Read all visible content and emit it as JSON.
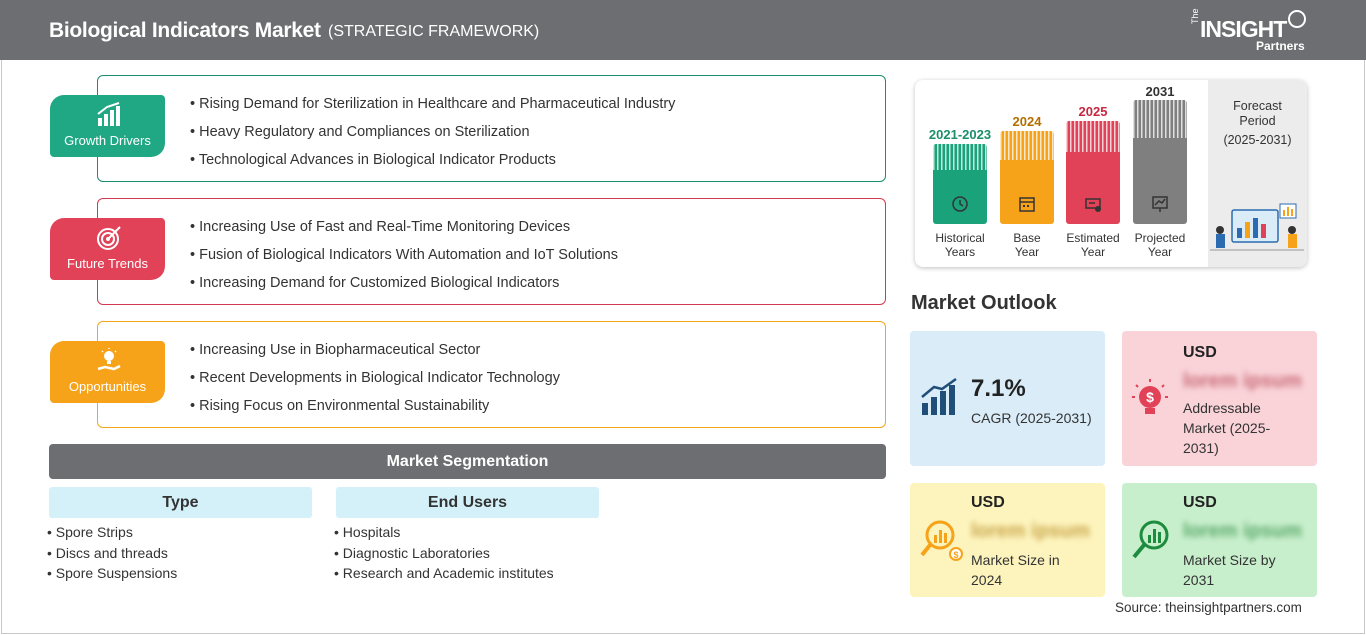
{
  "header": {
    "title": "Biological Indicators Market",
    "subtitle": "(STRATEGIC FRAMEWORK)",
    "logo_the": "The",
    "logo_insight": "INSIGHT",
    "logo_partners": "Partners"
  },
  "growth_drivers": {
    "label": "Growth Drivers",
    "items": [
      "Rising Demand for Sterilization in Healthcare and Pharmaceutical Industry",
      "Heavy Regulatory and Compliances on Sterilization",
      "Technological Advances in Biological Indicator Products"
    ]
  },
  "future_trends": {
    "label": "Future Trends",
    "items": [
      "Increasing Use of Fast and Real-Time Monitoring Devices",
      "Fusion of Biological Indicators With Automation and IoT Solutions",
      "Increasing Demand for Customized Biological Indicators"
    ]
  },
  "opportunities": {
    "label": "Opportunities",
    "items": [
      "Increasing Use in Biopharmaceutical Sector",
      "Recent Developments in Biological Indicator Technology",
      "Rising Focus on Environmental Sustainability"
    ]
  },
  "segmentation": {
    "title": "Market Segmentation",
    "type": {
      "heading": "Type",
      "items": [
        "Spore Strips",
        "Discs and threads",
        "Spore Suspensions"
      ]
    },
    "end_users": {
      "heading": "End Users",
      "items": [
        "Hospitals",
        "Diagnostic Laboratories",
        "Research and Academic institutes"
      ]
    }
  },
  "timeline": {
    "bars": [
      {
        "year": "2021-2023",
        "label_line1": "Historical",
        "label_line2": "Years",
        "color": "#1aa37a",
        "icon": "history-icon"
      },
      {
        "year": "2024",
        "label_line1": "Base",
        "label_line2": "Year",
        "color": "#f6a31a",
        "icon": "calendar-icon"
      },
      {
        "year": "2025",
        "label_line1": "Estimated",
        "label_line2": "Year",
        "color": "#e24257",
        "icon": "estimate-icon"
      },
      {
        "year": "2031",
        "label_line1": "Projected",
        "label_line2": "Year",
        "color": "#7f7f7f",
        "icon": "projection-icon"
      }
    ],
    "forecast_line1": "Forecast",
    "forecast_line2": "Period",
    "forecast_line3": "(2025-2031)"
  },
  "outlook": {
    "title": "Market Outlook",
    "cagr": {
      "value": "7.1%",
      "label": "CAGR (2025-2031)",
      "color": "#d9ecf7"
    },
    "addressable": {
      "currency": "USD",
      "value": "lorem ipsum",
      "label": "Addressable Market (2025-2031)",
      "color": "#f9d3d8"
    },
    "size_2024": {
      "currency": "USD",
      "value": "lorem ipsum",
      "label": "Market Size in 2024",
      "color": "#fdf4bd"
    },
    "size_2031": {
      "currency": "USD",
      "value": "lorem ipsum",
      "label": "Market Size by 2031",
      "color": "#c8efcc"
    }
  },
  "source": "Source: theinsightpartners.com"
}
